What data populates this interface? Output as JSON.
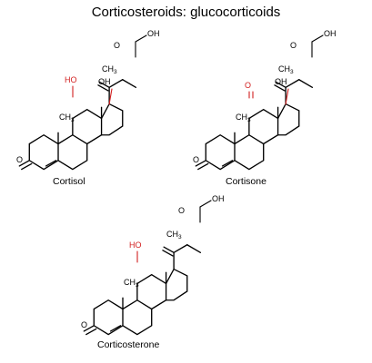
{
  "title": "Corticosteroids: glucocorticoids",
  "atoms": {
    "O": "O",
    "OH": "OH",
    "HO": "HO",
    "CH3": "CH",
    "CH3_sub": "3"
  },
  "molecules": [
    {
      "name": "Cortisol"
    },
    {
      "name": "Cortisone"
    },
    {
      "name": "Corticosterone"
    }
  ],
  "colors": {
    "heteroatom_highlight": "#d21f1f",
    "bond": "#000000"
  }
}
